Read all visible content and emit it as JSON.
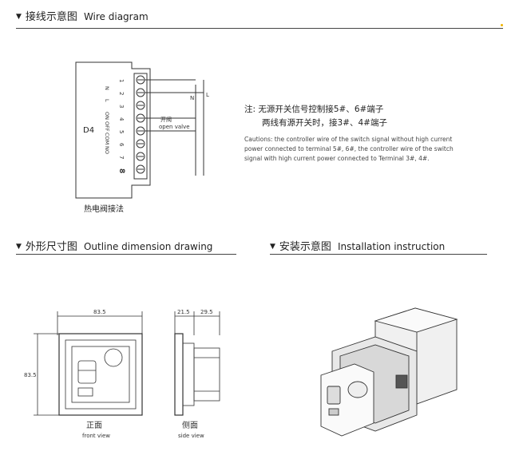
{
  "sections": {
    "wire": {
      "cn": "接线示意图",
      "en": "Wire diagram"
    },
    "outline": {
      "cn": "外形尺寸图",
      "en": "Outline dimension drawing"
    },
    "install": {
      "cn": "安装示意图",
      "en": "Installation instruction"
    }
  },
  "wiring": {
    "device": "D4",
    "pin_numbers": [
      "1",
      "2",
      "3",
      "4",
      "5",
      "6",
      "7",
      "8"
    ],
    "pin_labels": [
      "N",
      "L",
      "ON",
      "OFF",
      "COM",
      "NO"
    ],
    "line_labels": [
      "N",
      "L"
    ],
    "valve_cn": "开阀",
    "valve_en": "open valve",
    "caption": "热电阀接法"
  },
  "notes": {
    "cn_line1": "注: 无源开关信号控制接5#、6#端子",
    "cn_line2": "两线有源开关时，接3#、4#端子",
    "en_line1": "Cautions: the controller wire of the switch signal without high current",
    "en_line2": "power connected to terminal 5#, 6#, the controller wire of the switch",
    "en_line3": "signal with high current power connected to Terminal 3#, 4#."
  },
  "dimensions": {
    "width": "83.5",
    "height": "83.5",
    "depth_front": "21.5",
    "depth_back": "29.5",
    "front_cn": "正面",
    "front_en": "front view",
    "side_cn": "侧面",
    "side_en": "side view"
  }
}
